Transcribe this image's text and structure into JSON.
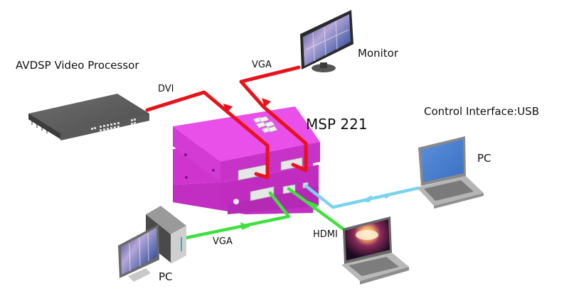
{
  "labels": {
    "processor": "AVDSP Video Processor",
    "monitor": "Monitor",
    "device": "MSP 221",
    "control": "Control Interface:USB",
    "pc_laptop": "PC",
    "pc_desktop": "PC",
    "dvi": "DVI",
    "vga_out": "VGA",
    "vga_in": "VGA",
    "hdmi": "HDMI"
  },
  "colors": {
    "output_cable": "#e8121a",
    "input_cable": "#3fe03f",
    "usb_cable": "#7ad4ee",
    "device_body": "#d63ad6",
    "device_top": "#e94fe9",
    "device_dark": "#b52ab5"
  },
  "connections": [
    {
      "from": "AVDSP Video Processor",
      "to": "MSP 221",
      "type": "DVI",
      "direction": "output"
    },
    {
      "from": "MSP 221",
      "to": "Monitor",
      "type": "VGA",
      "direction": "output"
    },
    {
      "from": "PC",
      "to": "MSP 221",
      "type": "VGA",
      "direction": "input"
    },
    {
      "from": "PC (laptop)",
      "to": "MSP 221",
      "type": "HDMI",
      "direction": "input"
    },
    {
      "from": "PC (laptop)",
      "to": "MSP 221",
      "type": "USB",
      "direction": "bidirectional"
    }
  ]
}
